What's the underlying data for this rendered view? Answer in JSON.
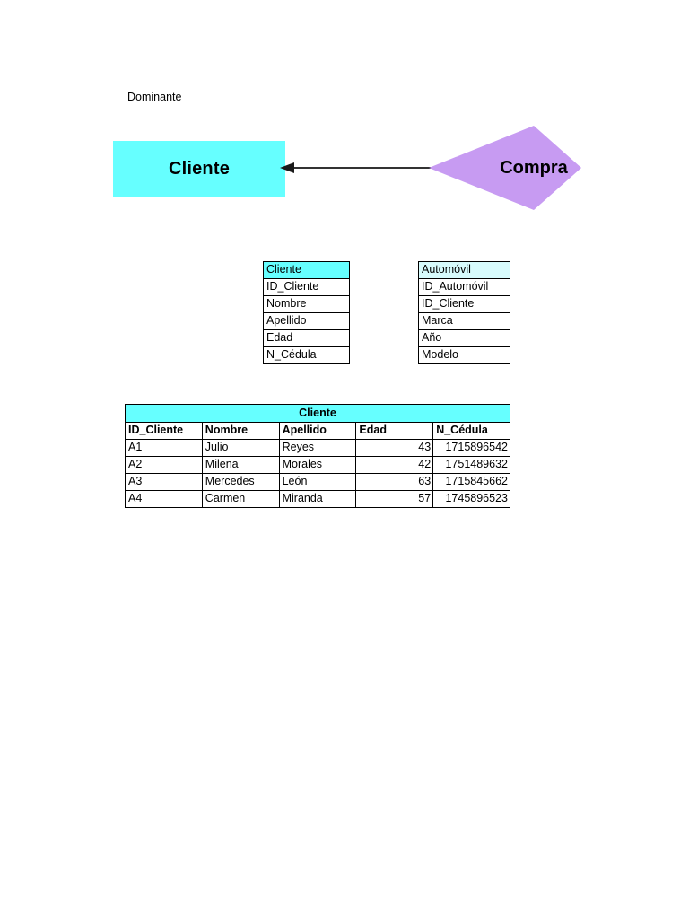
{
  "diagram": {
    "caption": "Dominante",
    "entity": {
      "label": "Cliente",
      "fill_color": "#66FFFF"
    },
    "relationship": {
      "label": "Compra",
      "fill_color": "#C79BF2"
    },
    "connector": {
      "direction": "points-left-to-entity",
      "color": "#333333"
    }
  },
  "attribute_boxes": [
    {
      "name": "cliente-attributes",
      "header": "Cliente",
      "header_color": "#66FFFF",
      "attributes": [
        "ID_Cliente",
        "Nombre",
        "Apellido",
        "Edad",
        "N_Cédula"
      ]
    },
    {
      "name": "automovil-attributes",
      "header": "Automóvil",
      "header_color": "#D7FBFC",
      "attributes": [
        "ID_Automóvil",
        "ID_Cliente",
        "Marca",
        "Año",
        "Modelo"
      ]
    }
  ],
  "data_table": {
    "title": "Cliente",
    "title_color": "#66FFFF",
    "columns": [
      "ID_Cliente",
      "Nombre",
      "Apellido",
      "Edad",
      "N_Cédula"
    ],
    "rows": [
      [
        "A1",
        "Julio",
        "Reyes",
        "43",
        "1715896542"
      ],
      [
        "A2",
        "Milena",
        "Morales",
        "42",
        "1751489632"
      ],
      [
        "A3",
        "Mercedes",
        "León",
        "63",
        "1715845662"
      ],
      [
        "A4",
        "Carmen",
        "Miranda",
        "57",
        "1745896523"
      ]
    ]
  }
}
